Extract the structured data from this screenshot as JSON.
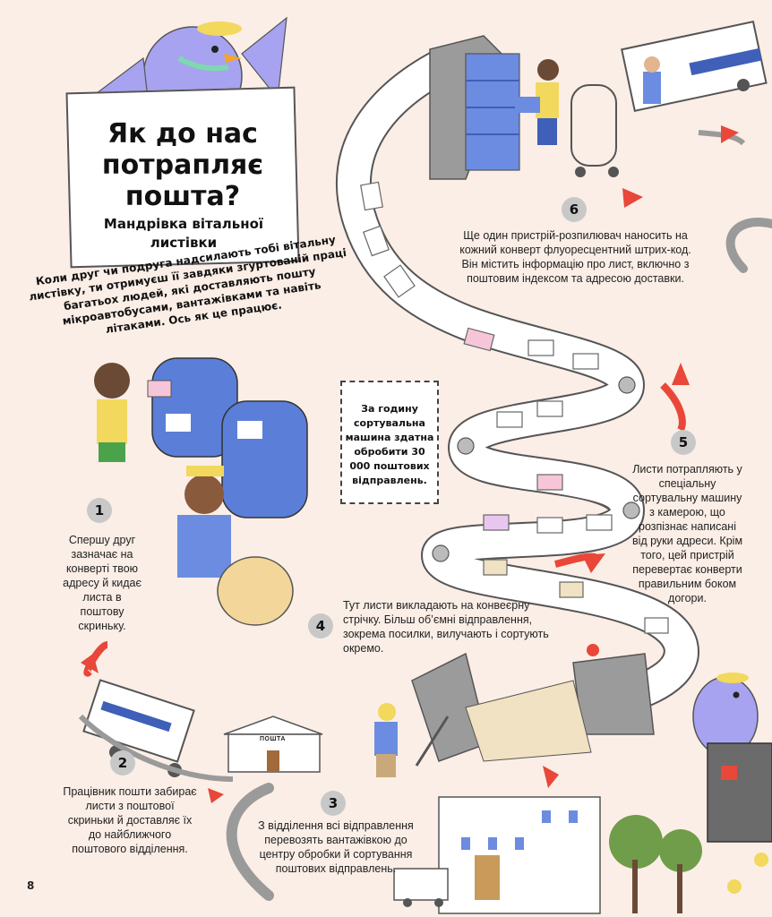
{
  "title": "Як до нас потрапляє пошта?",
  "subtitle": "Мандрівка вітальної листівки",
  "intro": "Коли друг чи подруга надсилають тобі вітальну листівку, ти отримуєш її завдяки згуртованій праці багатьох людей, які доставляють пошту мікроавтобусами, вантажівками та навіть літаками. Ось як це працює.",
  "fact": "За годину сортувальна машина здатна обробити 30 000 поштових відправлень.",
  "post_office_sign": "ПОШТА",
  "page_number": "8",
  "steps": [
    {
      "number": "1",
      "text": "Спершу друг зазначає на конверті твою адресу й кидає листа в поштову скриньку."
    },
    {
      "number": "2",
      "text": "Працівник пошти забирає листи з поштової скриньки й доставляє їх до найближчого поштового відділення."
    },
    {
      "number": "3",
      "text": "З відділення всі відправлення перевозять вантажівкою до центру обробки й сортування поштових відправлень."
    },
    {
      "number": "4",
      "text": "Тут листи викладають на конвеєрну стрічку. Більш об’ємні відправлення, зокрема посилки, вилучають і сортують окремо."
    },
    {
      "number": "5",
      "text": "Листи потрапляють у спеціальну сортувальну машину з камерою, що розпізнає написані від руки адреси. Крім того, цей пристрій перевертає конверти правильним боком догори."
    },
    {
      "number": "6",
      "text": "Ще один пристрій-розпилювач наносить на кожний конверт флуоресцентний штрих-код. Він містить інформацію про лист, включно з поштовим індексом та адресою доставки."
    }
  ],
  "colors": {
    "background": "#fbeee6",
    "belt": "#ffffff",
    "mailbox": "#5b7fd8",
    "pigeon": "#a7a3f0",
    "arrow": "#e8473a",
    "road": "#9a9a9a",
    "yellow": "#f2d85c"
  }
}
